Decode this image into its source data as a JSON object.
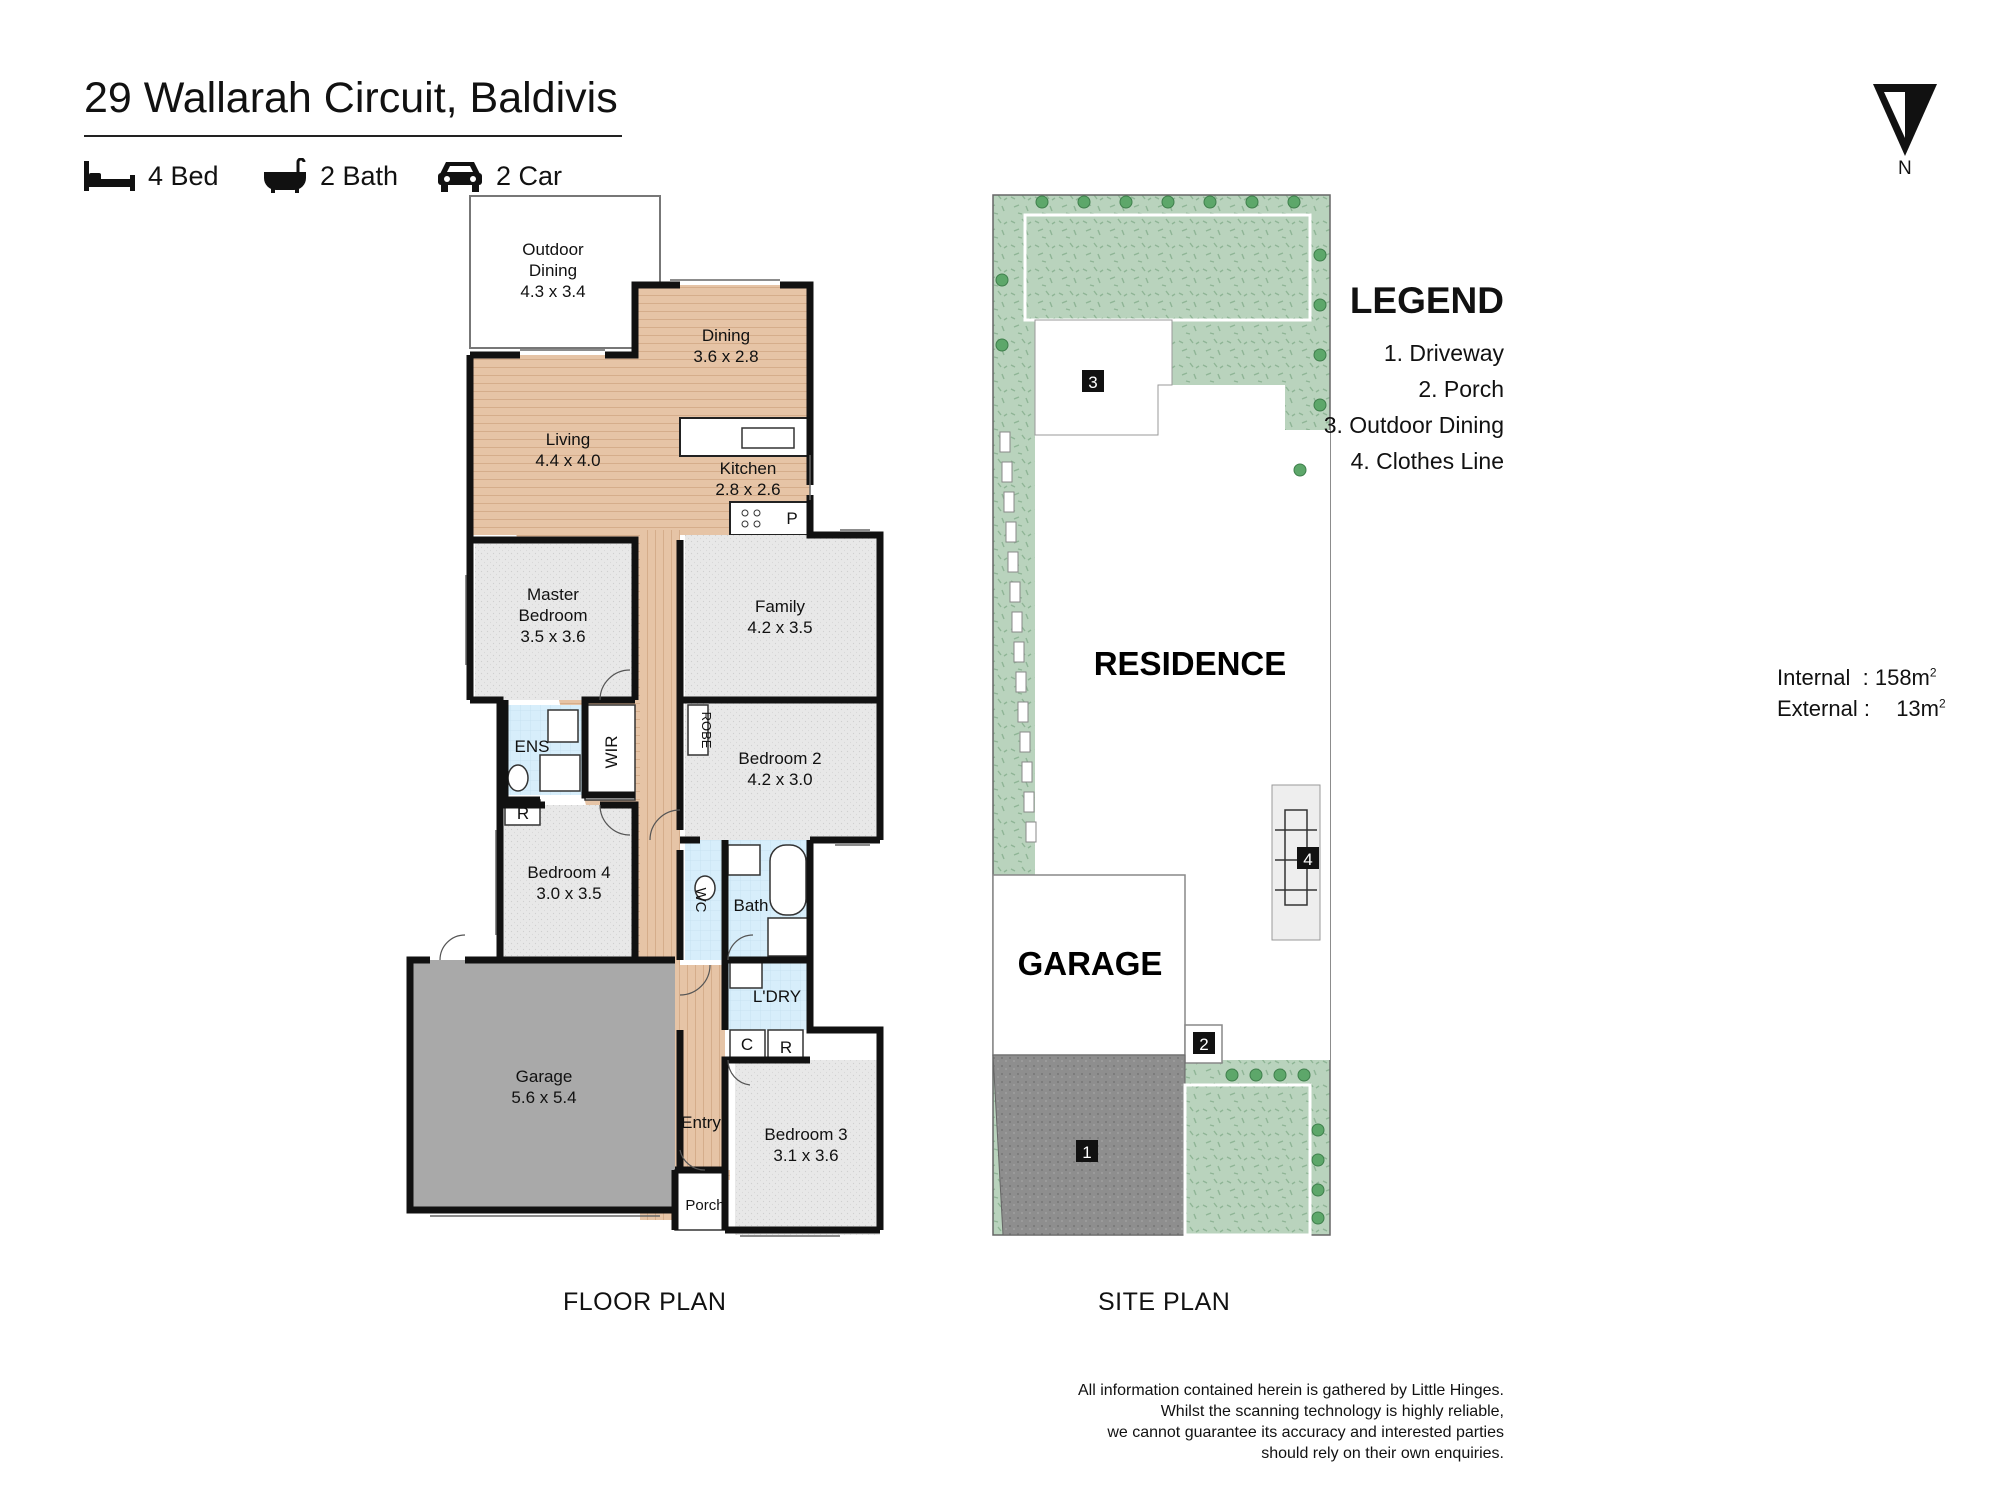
{
  "header": {
    "title": "29 Wallarah Circuit, Baldivis",
    "features": [
      {
        "icon": "bed-icon",
        "label": "4 Bed"
      },
      {
        "icon": "bathtub-icon",
        "label": "2 Bath"
      },
      {
        "icon": "car-icon",
        "label": "2 Car"
      }
    ]
  },
  "compass": {
    "label": "N"
  },
  "floor_plan": {
    "caption": "FLOOR PLAN",
    "rooms": {
      "outdoor_dining": [
        "Outdoor",
        "Dining",
        "4.3 x 3.4"
      ],
      "dining": [
        "Dining",
        "3.6 x 2.8"
      ],
      "living": [
        "Living",
        "4.4 x 4.0"
      ],
      "kitchen": [
        "Kitchen",
        "2.8 x 2.6"
      ],
      "master": [
        "Master",
        "Bedroom",
        "3.5 x 3.6"
      ],
      "family": [
        "Family",
        "4.2 x 3.5"
      ],
      "bedroom2": [
        "Bedroom 2",
        "4.2 x 3.0"
      ],
      "bedroom4": [
        "Bedroom 4",
        "3.0 x 3.5"
      ],
      "garage": [
        "Garage",
        "5.6 x 5.4"
      ],
      "bedroom3": [
        "Bedroom 3",
        "3.1 x 3.6"
      ]
    },
    "small_labels": {
      "pantry": "P",
      "ensuite": "ENS",
      "wir": "WIR",
      "robe": "ROBE",
      "robe_r": "R",
      "wc": "WC",
      "bath": "Bath",
      "laundry": "L'DRY",
      "cupboard": "C",
      "robe_r2": "R",
      "entry": "Entry",
      "porch": "Porch"
    }
  },
  "site_plan": {
    "caption": "SITE PLAN",
    "residence": "RESIDENCE",
    "garage": "GARAGE",
    "markers": [
      "1",
      "2",
      "3",
      "4"
    ]
  },
  "legend": {
    "title": "LEGEND",
    "items": [
      "1. Driveway",
      "2. Porch",
      "3. Outdoor Dining",
      "4. Clothes Line"
    ]
  },
  "areas": {
    "internal_label": "Internal  :",
    "internal_value": "158m",
    "external_label": "External :",
    "external_value": "13m",
    "unit_sup": "2"
  },
  "disclaimer": [
    "All information contained herein is gathered by Little Hinges.",
    "Whilst the scanning technology is highly reliable,",
    "we cannot guarantee its accuracy and interested parties",
    "should rely on their own enquiries."
  ],
  "colors": {
    "timber": "#e6c4a6",
    "carpet": "#e8e8e8",
    "tile": "#d7eefb",
    "garage": "#a9a9a9",
    "lawn": "#b9d3bd",
    "driveway": "#8e8e8e",
    "wall": "#111111"
  }
}
